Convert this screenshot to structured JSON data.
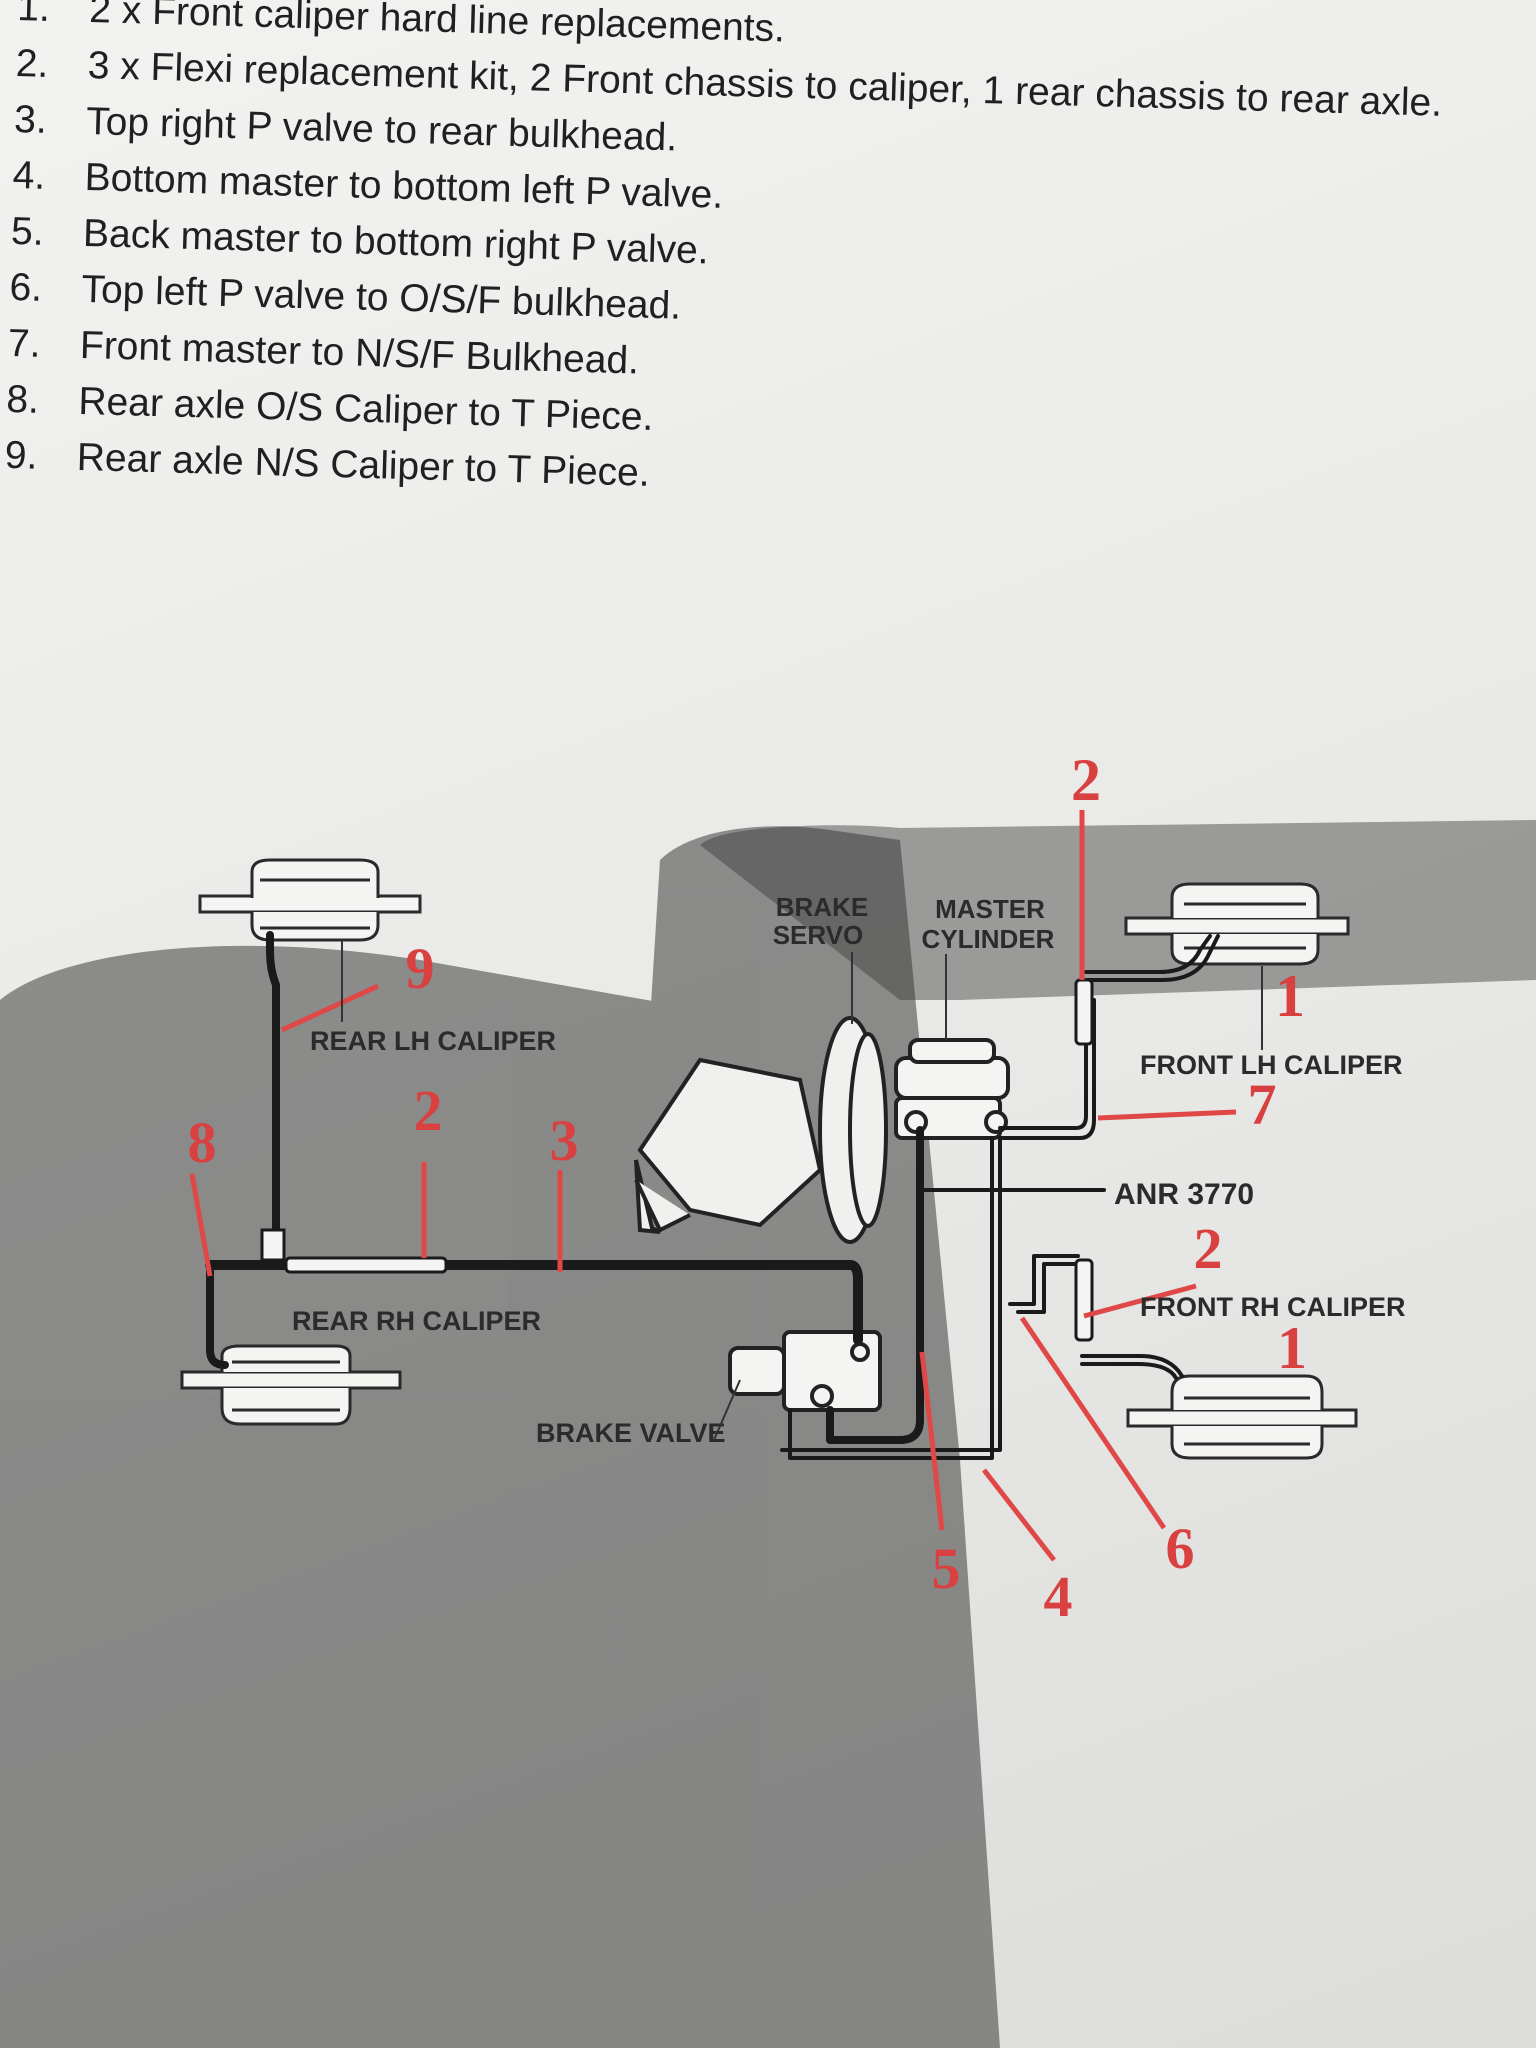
{
  "list": [
    {
      "num": "1.",
      "text": "2 x Front caliper hard line replacements."
    },
    {
      "num": "2.",
      "text": "3 x Flexi replacement kit, 2 Front chassis to caliper, 1 rear chassis to rear axle."
    },
    {
      "num": "3.",
      "text": "Top right P valve to rear bulkhead."
    },
    {
      "num": "4.",
      "text": "Bottom master to bottom left P valve."
    },
    {
      "num": "5.",
      "text": "Back master to bottom right P valve."
    },
    {
      "num": "6.",
      "text": "Top left P valve to O/S/F bulkhead."
    },
    {
      "num": "7.",
      "text": "Front master to N/S/F Bulkhead."
    },
    {
      "num": "8.",
      "text": "Rear axle O/S Caliper to T Piece."
    },
    {
      "num": "9.",
      "text": "Rear axle N/S Caliper to T Piece."
    }
  ],
  "diagram": {
    "labels": {
      "brake_servo_1": "BRAKE",
      "brake_servo_2": "SERVO",
      "master_cylinder_1": "MASTER",
      "master_cylinder_2": "CYLINDER",
      "front_lh_caliper": "FRONT LH CALIPER",
      "front_rh_caliper": "FRONT RH CALIPER",
      "rear_lh_caliper": "REAR LH CALIPER",
      "rear_rh_caliper": "REAR RH CALIPER",
      "brake_valve": "BRAKE VALVE",
      "part_number": "ANR 3770"
    },
    "numbers": {
      "n1_front": "1",
      "n1_rear": "1",
      "n2_top": "2",
      "n2_rear": "2",
      "n2_front_rh": "2",
      "n3": "3",
      "n4": "4",
      "n5": "5",
      "n6": "6",
      "n7": "7",
      "n8": "8",
      "n9": "9"
    },
    "colors": {
      "pipe": "#1a1a1a",
      "callout": "#e04848",
      "paper": "#f0f0ee"
    }
  }
}
